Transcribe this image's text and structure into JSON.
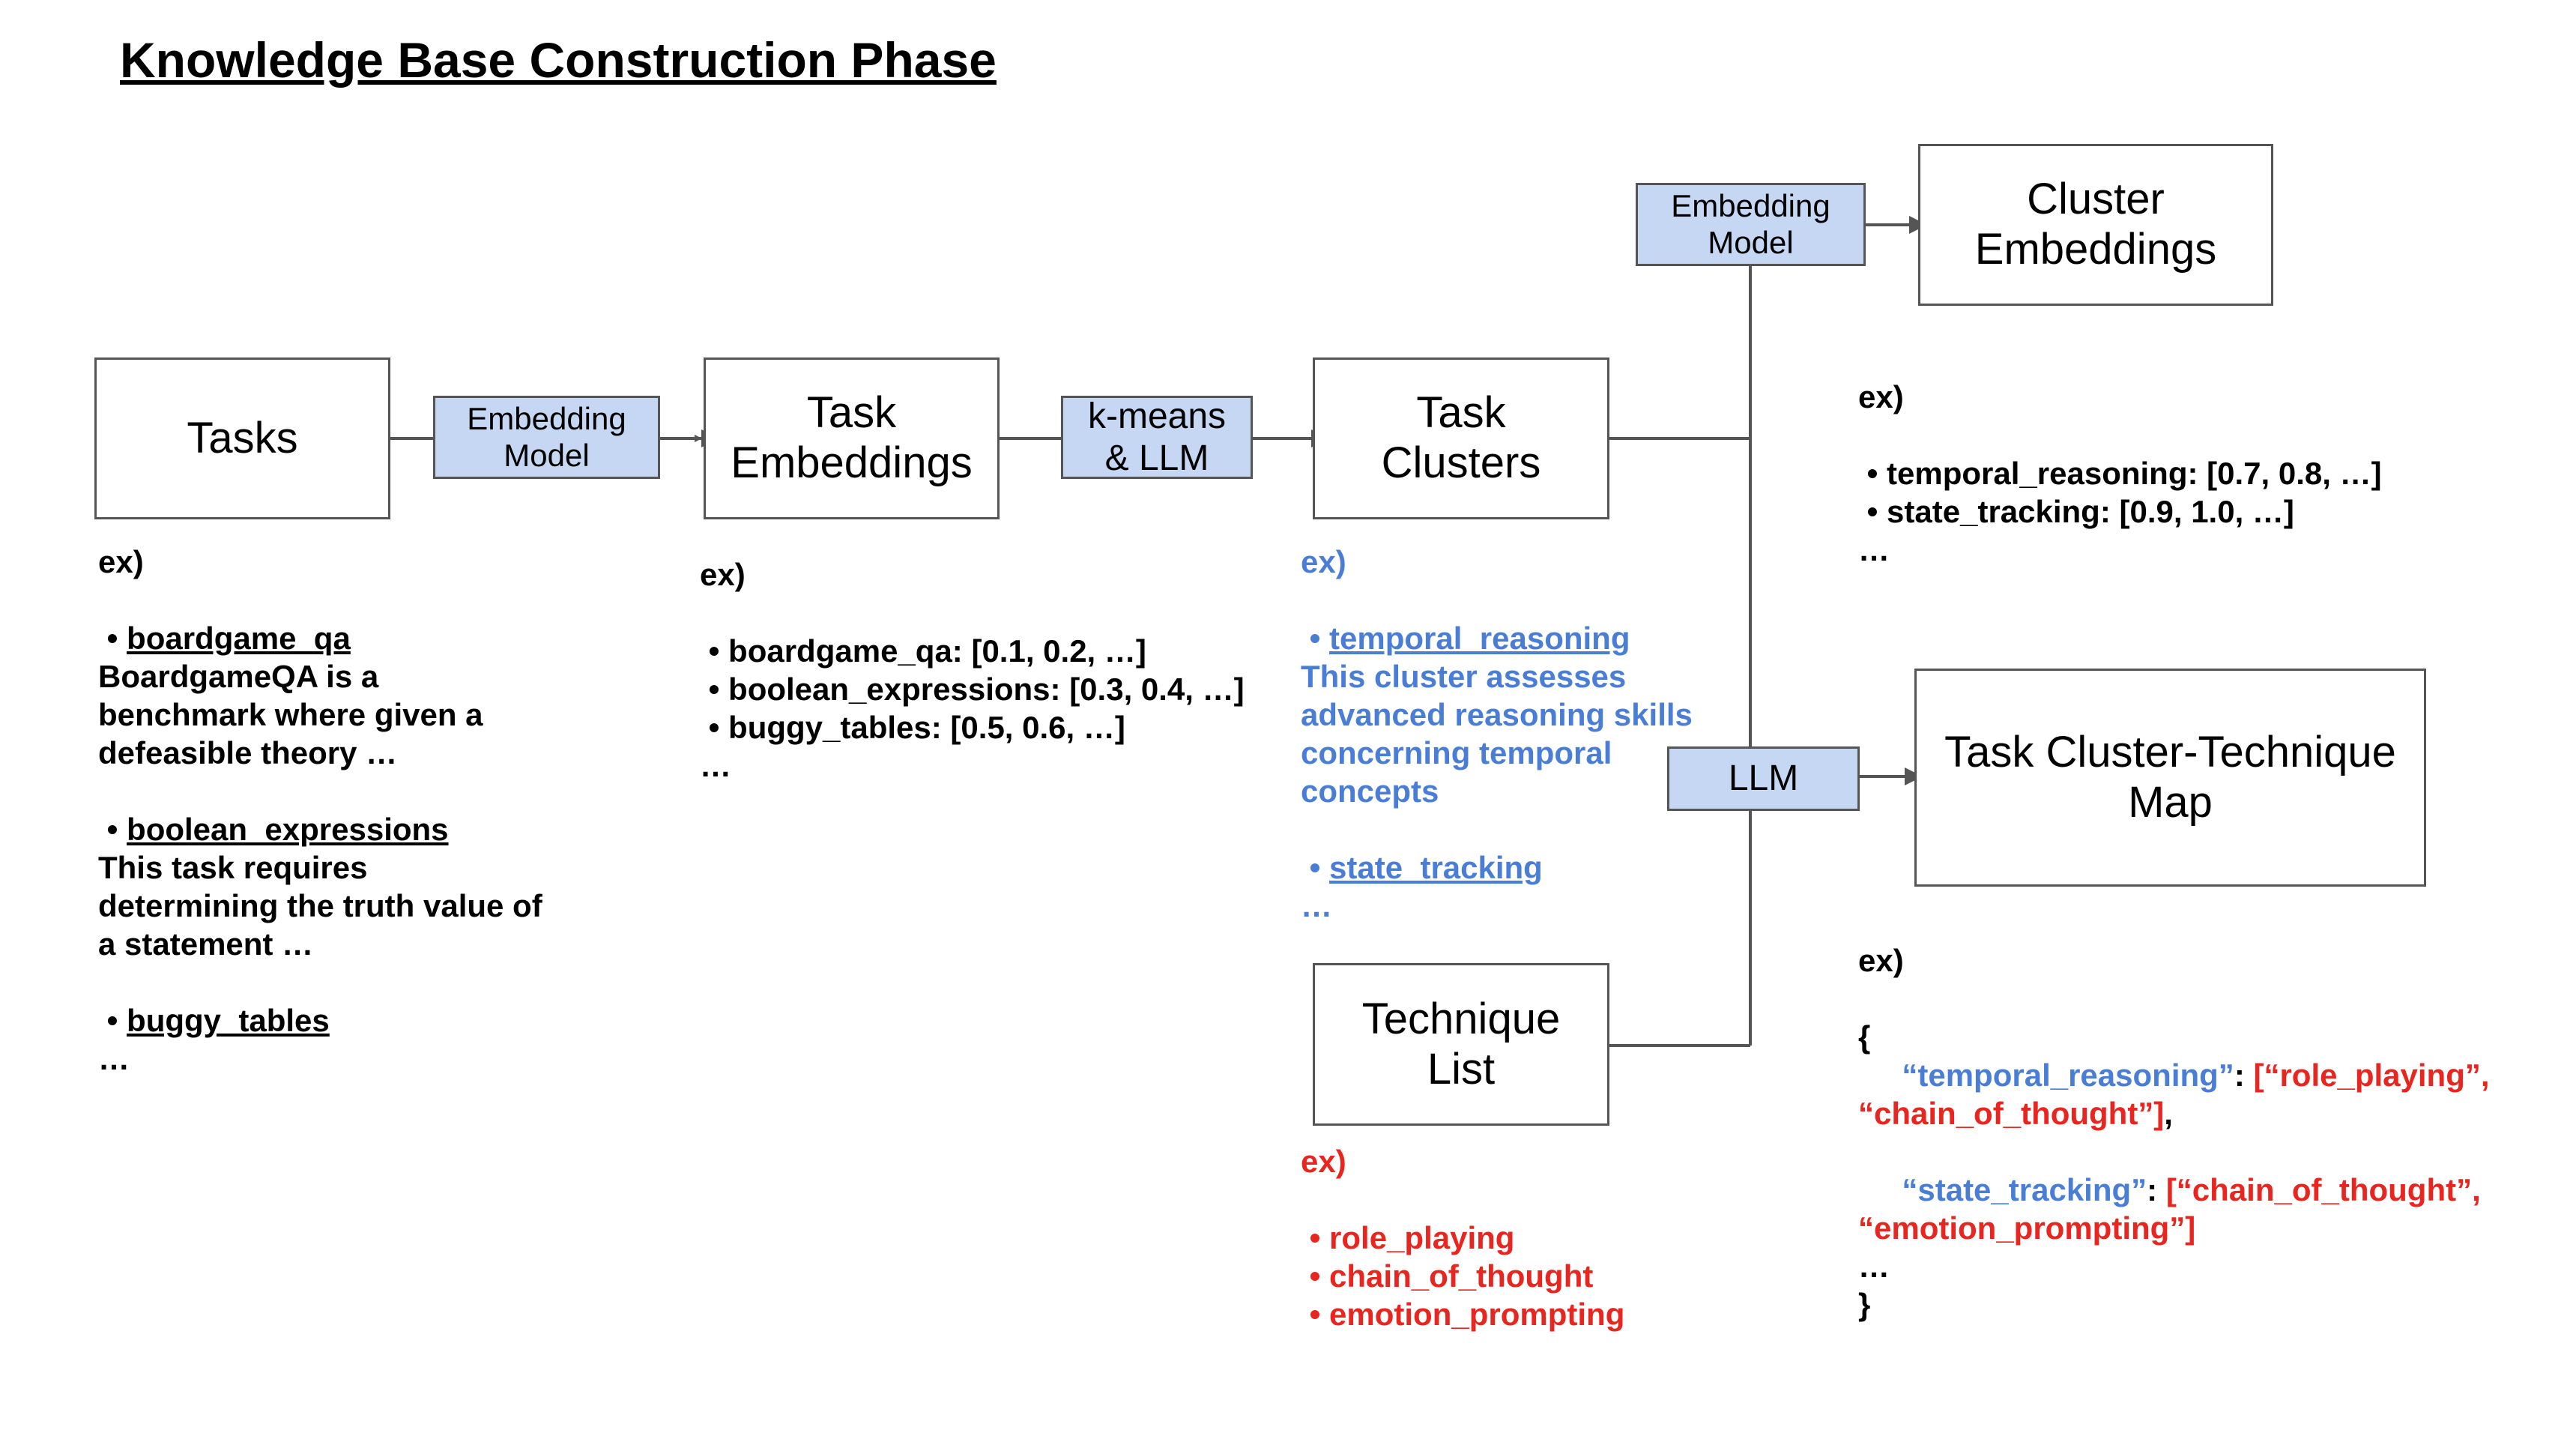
{
  "title": "Knowledge Base Construction Phase",
  "colors": {
    "op_fill": "#c6d7f4",
    "blue_text": "#4a7ed6",
    "red_text": "#e8251f",
    "border": "#555555"
  },
  "boxes": {
    "tasks": "Tasks",
    "task_embeddings": "Task\nEmbeddings",
    "task_clusters": "Task\nClusters",
    "cluster_embeddings": "Cluster\nEmbeddings",
    "technique_list": "Technique\nList",
    "cluster_technique_map": "Task Cluster-Technique\nMap"
  },
  "operators": {
    "embedding_model_1": "Embedding\nModel",
    "kmeans_llm": "k-means\n& LLM",
    "embedding_model_2": "Embedding\nModel",
    "llm": "LLM"
  },
  "examples": {
    "tasks": {
      "label": "ex)",
      "item1_bullet": "• ",
      "item1_name": "boardgame_qa",
      "item1_desc": [
        "BoardgameQA is a",
        "benchmark where given a",
        "defeasible theory …"
      ],
      "item2_bullet": "• ",
      "item2_name": "boolean_expressions",
      "item2_desc": [
        "This task requires",
        "determining the truth value of",
        "a statement …"
      ],
      "item3_bullet": "• ",
      "item3_name": "buggy_tables",
      "ellipsis": "…"
    },
    "task_embeddings": {
      "label": "ex)",
      "lines": [
        "• boardgame_qa: [0.1, 0.2, …]",
        "• boolean_expressions: [0.3, 0.4, …]",
        "• buggy_tables: [0.5, 0.6, …]"
      ],
      "ellipsis": "…"
    },
    "task_clusters": {
      "label": "ex)",
      "item1_bullet": "• ",
      "item1_name": "temporal_reasoning",
      "item1_desc": [
        "This cluster assesses",
        "advanced reasoning skills",
        "concerning temporal",
        "concepts"
      ],
      "item2_bullet": "• ",
      "item2_name": "state_tracking",
      "ellipsis": "…"
    },
    "cluster_embeddings": {
      "label": "ex)",
      "lines": [
        "• temporal_reasoning: [0.7, 0.8, …]",
        "• state_tracking: [0.9, 1.0, …]"
      ],
      "ellipsis": "…"
    },
    "technique_list": {
      "label": "ex)",
      "lines": [
        "• role_playing",
        "• chain_of_thought",
        "• emotion_prompting"
      ]
    },
    "map": {
      "label": "ex)",
      "open_brace": "{",
      "key1": "“temporal_reasoning”",
      "colon1": ": ",
      "val1a": "[“role_playing”,",
      "val1b": "“chain_of_thought”]",
      "comma1": ",",
      "key2": "“state_tracking”",
      "colon2": ": ",
      "val2a": "[“chain_of_thought”,",
      "val2b": "“emotion_prompting”]",
      "ellipsis": "…",
      "close_brace": "}"
    }
  }
}
